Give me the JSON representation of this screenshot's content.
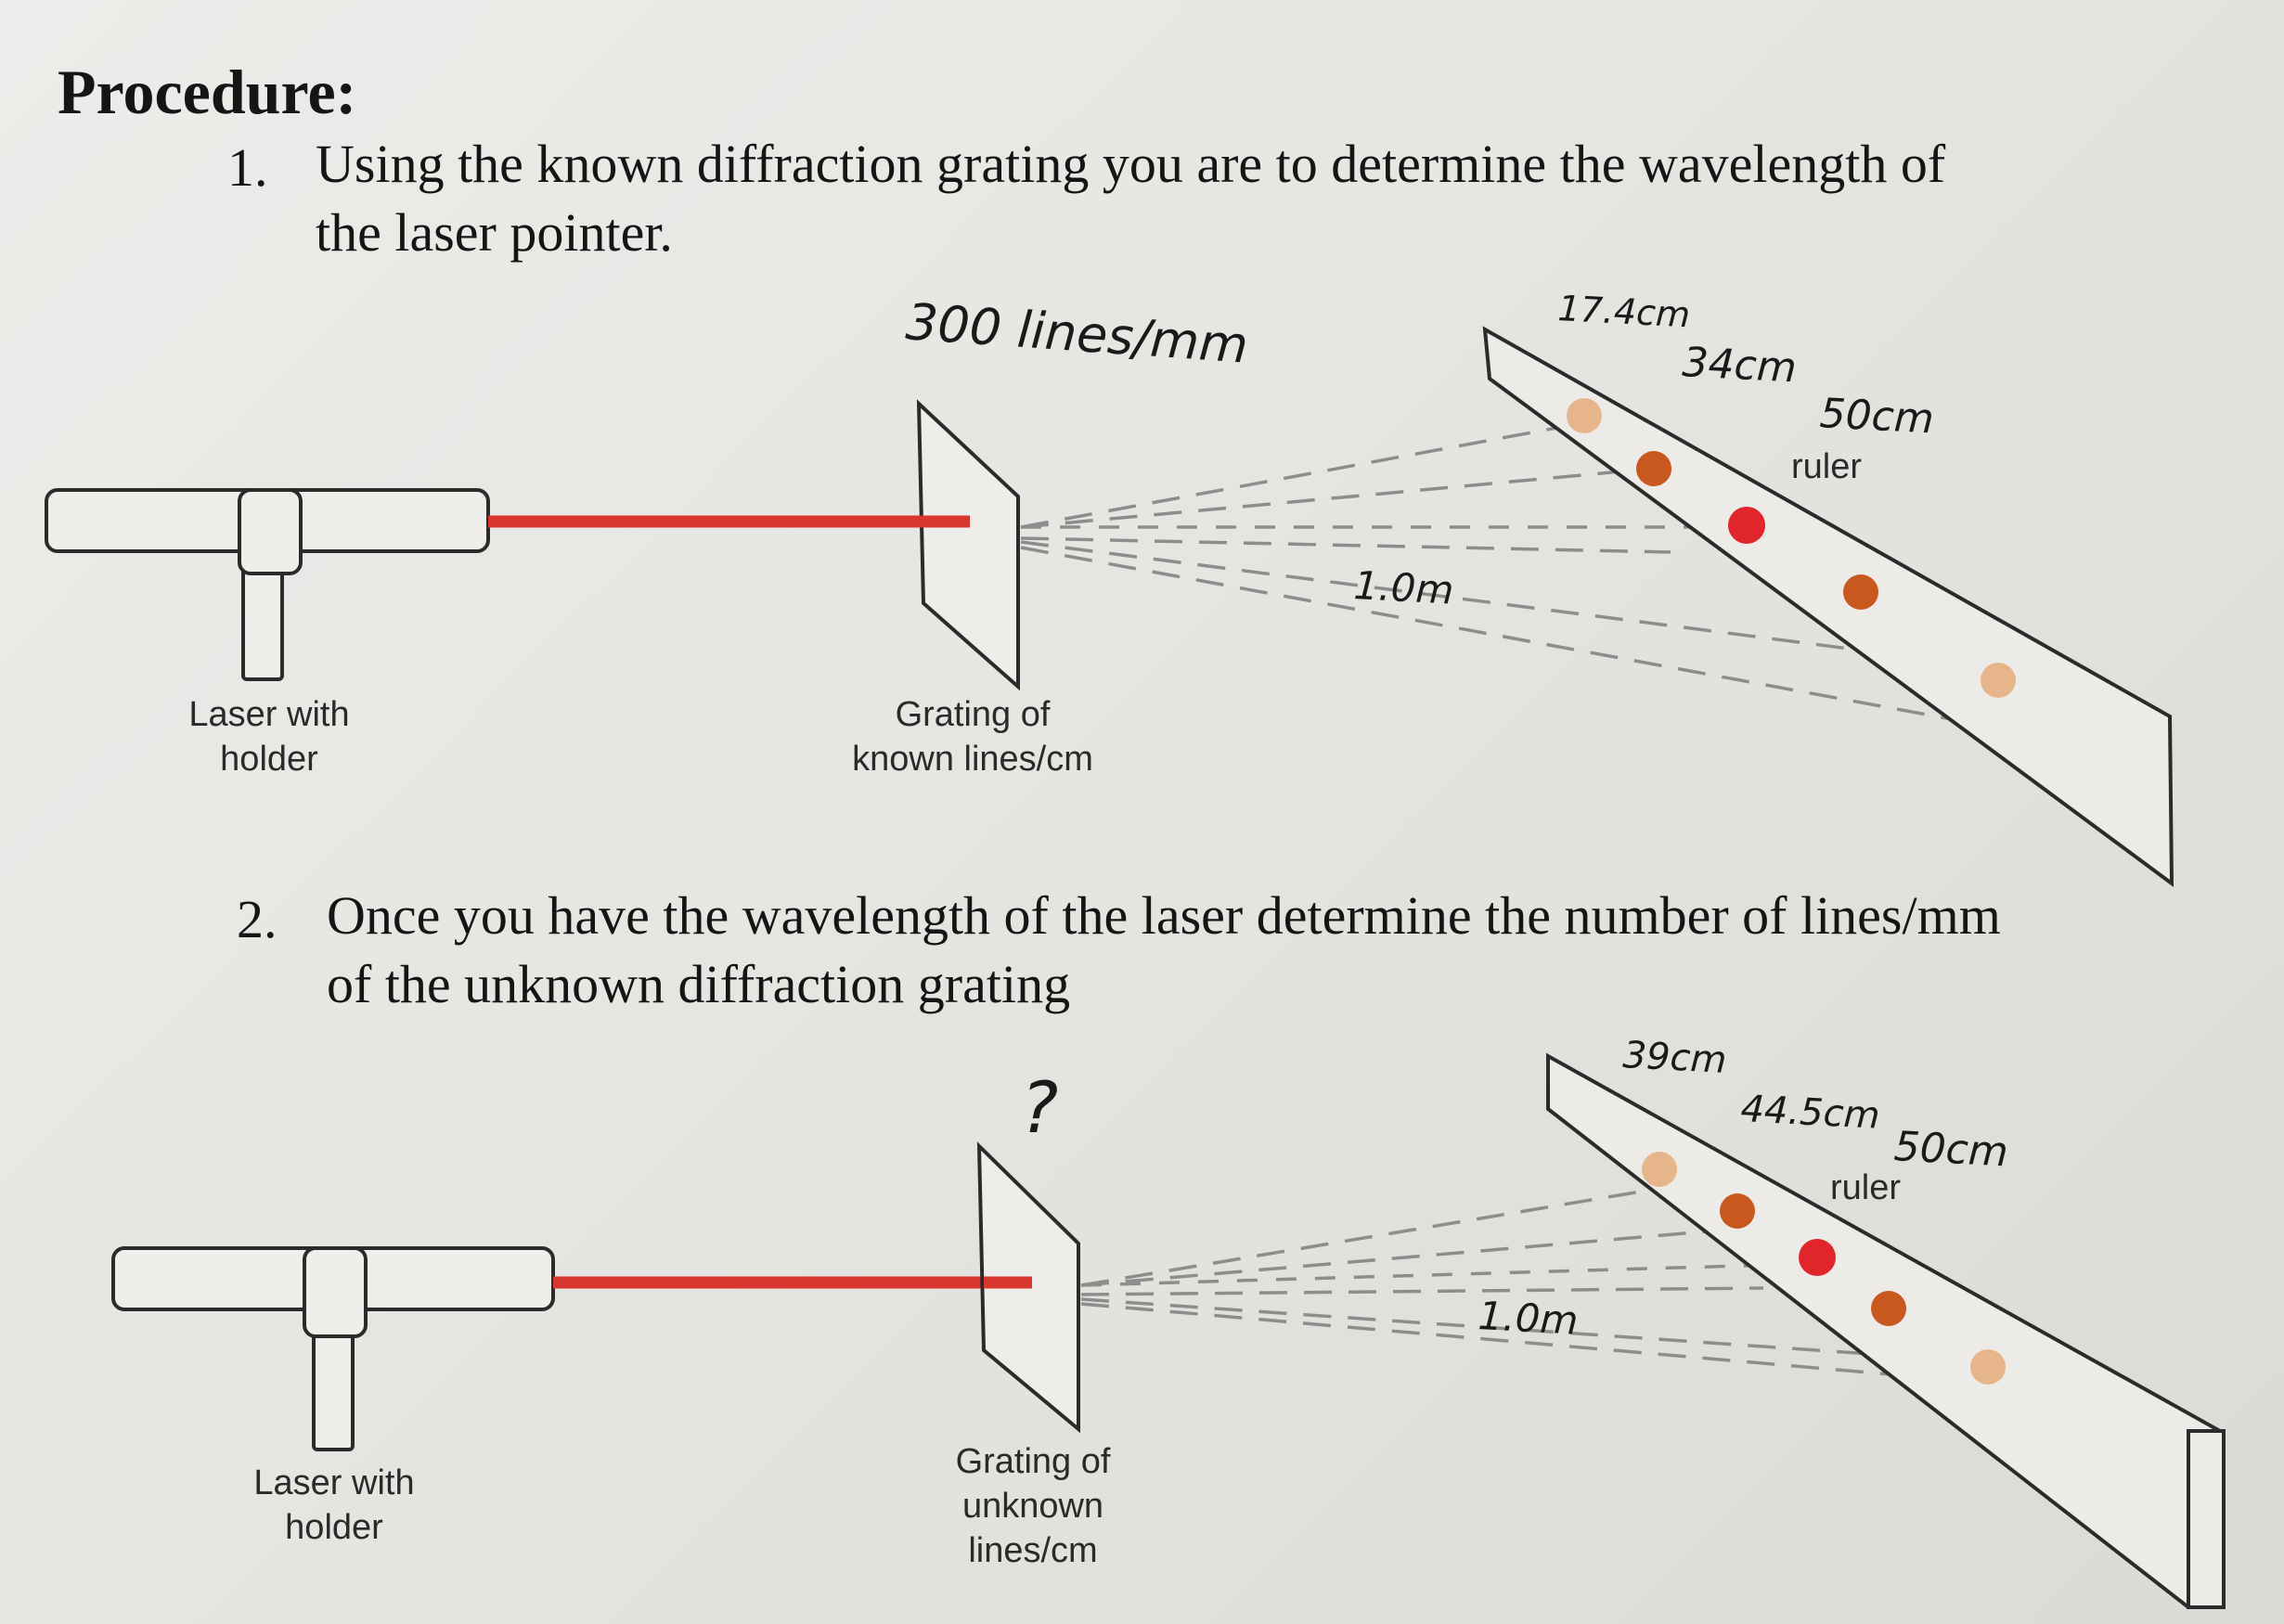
{
  "heading": "Procedure:",
  "steps": [
    {
      "number": "1.",
      "text_line1": "Using the known diffraction grating you are to determine the wavelength of",
      "text_line2": "the laser pointer.",
      "grating_annotation": "300 lines/mm",
      "laser_label_line1": "Laser with",
      "laser_label_line2": "holder",
      "grating_label_line1": "Grating of",
      "grating_label_line2": "known lines/cm",
      "distance": "1.0m",
      "ruler_label": "ruler",
      "ruler_marks": [
        "17.4cm",
        "34cm",
        "50cm"
      ]
    },
    {
      "number": "2.",
      "text_line1": "Once you have the wavelength of the laser determine the number of lines/mm",
      "text_line2": "of the unknown diffraction grating",
      "grating_annotation": "?",
      "laser_label_line1": "Laser with",
      "laser_label_line2": "holder",
      "grating_label_line1": "Grating of",
      "grating_label_line2": "unknown",
      "grating_label_line3": "lines/cm",
      "distance": "1.0m",
      "ruler_label": "ruler",
      "ruler_marks": [
        "39cm",
        "44.5cm",
        "50cm"
      ]
    }
  ],
  "colors": {
    "beam": "#d8362e",
    "spot_center": "#e0262b",
    "spot_first_order": "#c9581f",
    "spot_second_order": "#e7b58a"
  }
}
